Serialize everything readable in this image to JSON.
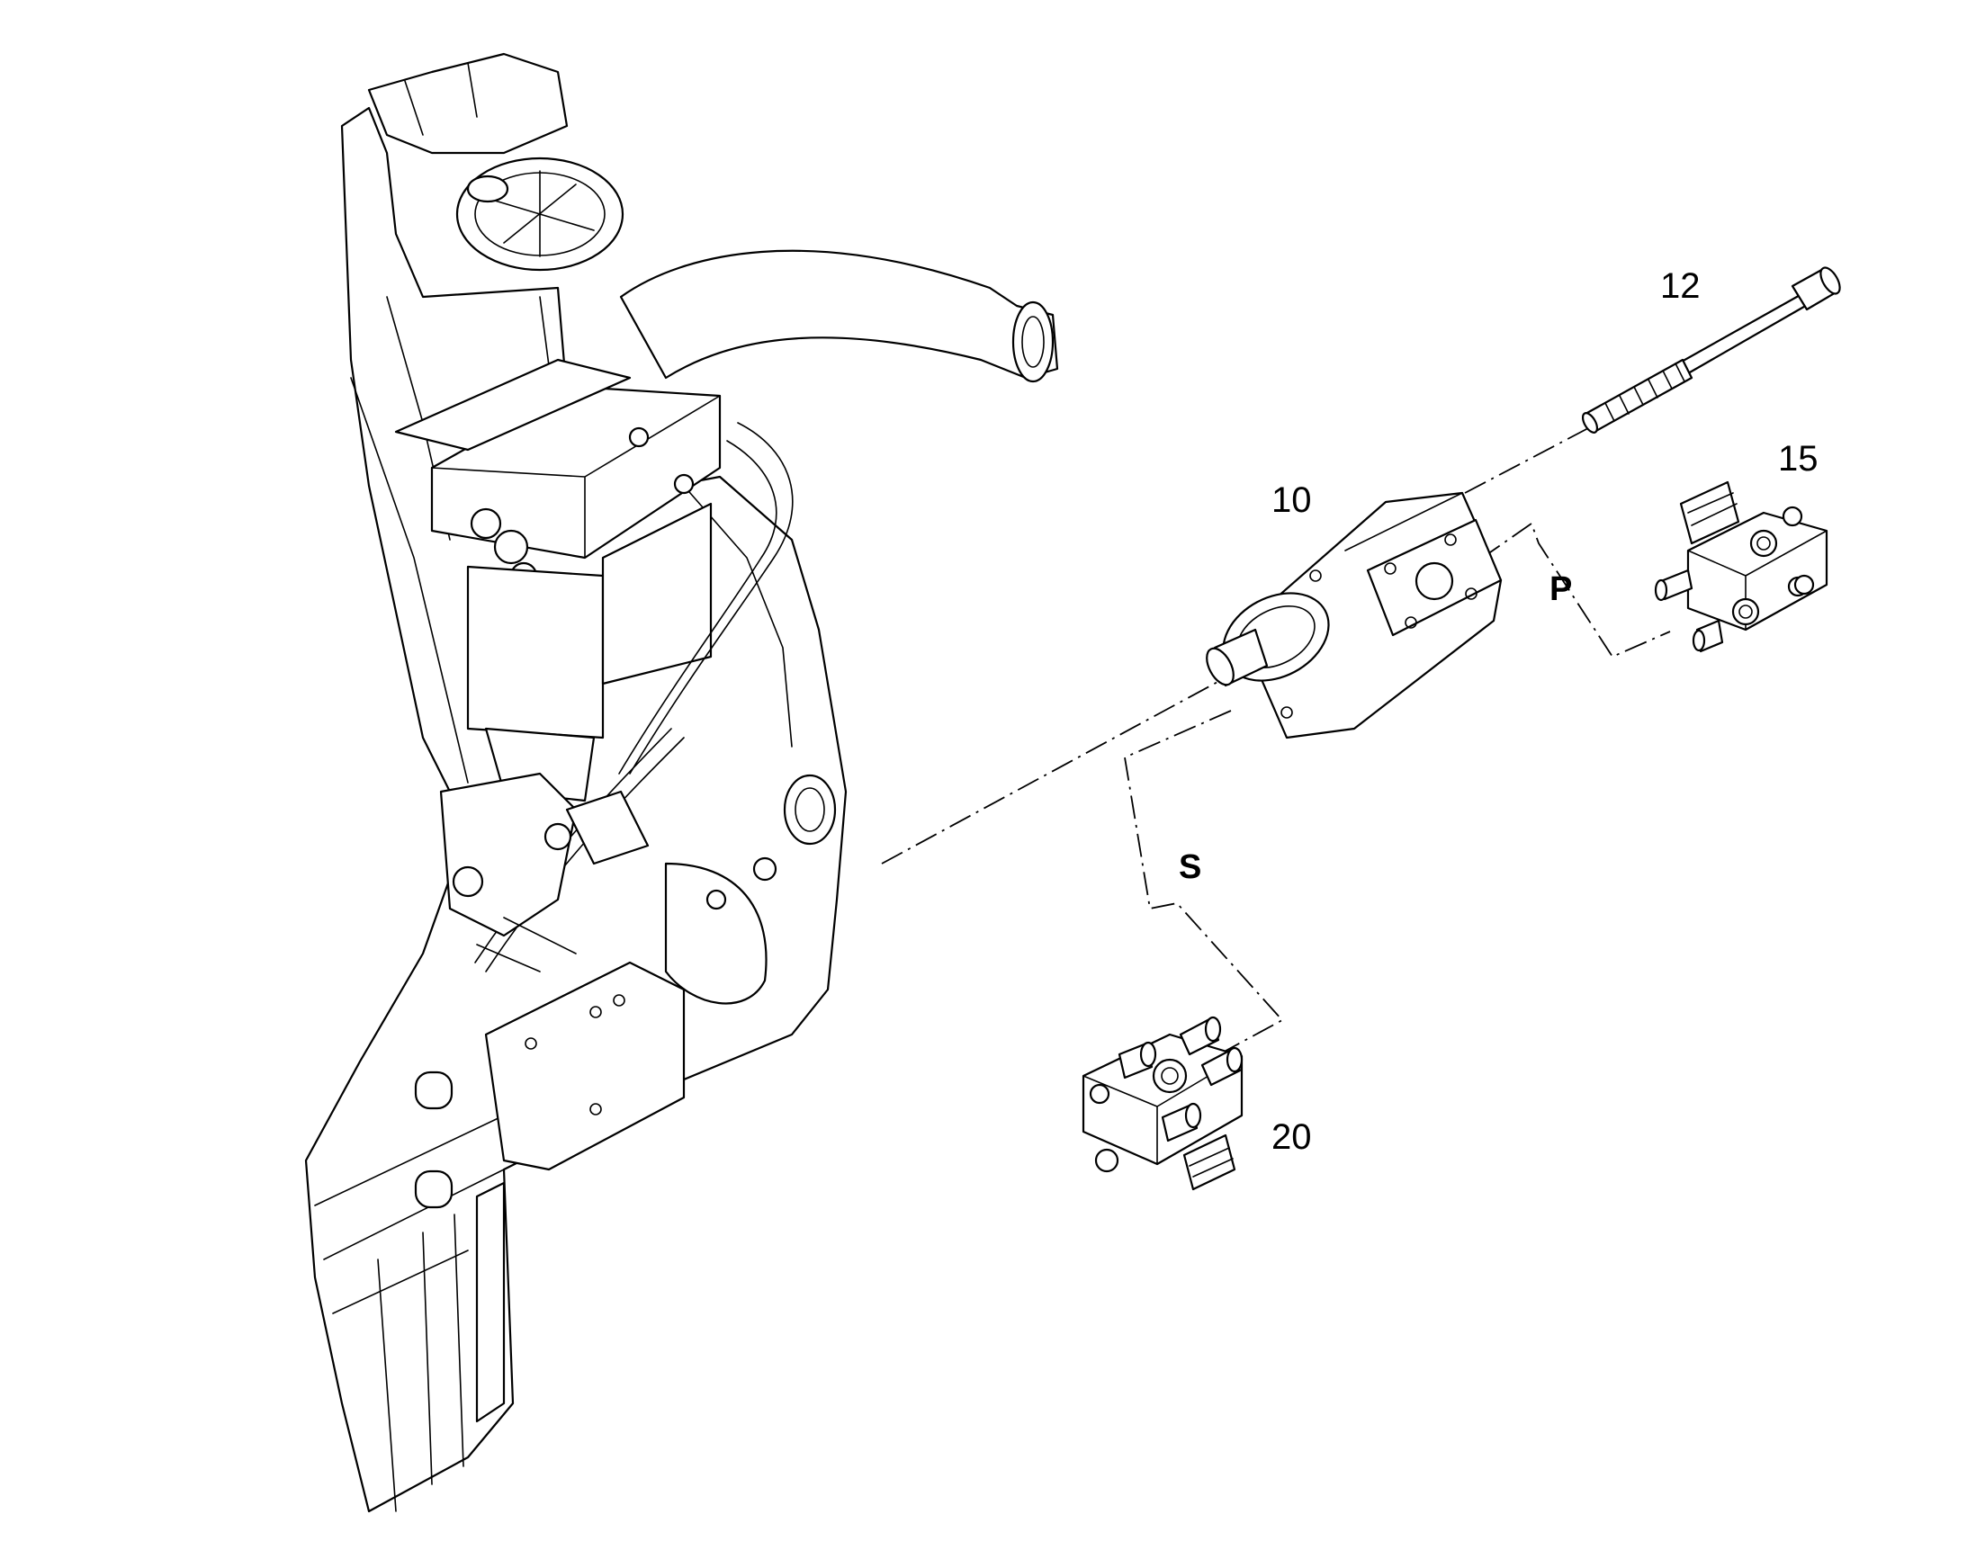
{
  "callouts": {
    "pump": "10",
    "bolt": "12",
    "pressure_flange": "15",
    "suction_flange": "20"
  },
  "line_labels": {
    "pressure": "P",
    "suction": "S"
  },
  "colors": {
    "ink": "#000000",
    "paper": "#ffffff"
  }
}
